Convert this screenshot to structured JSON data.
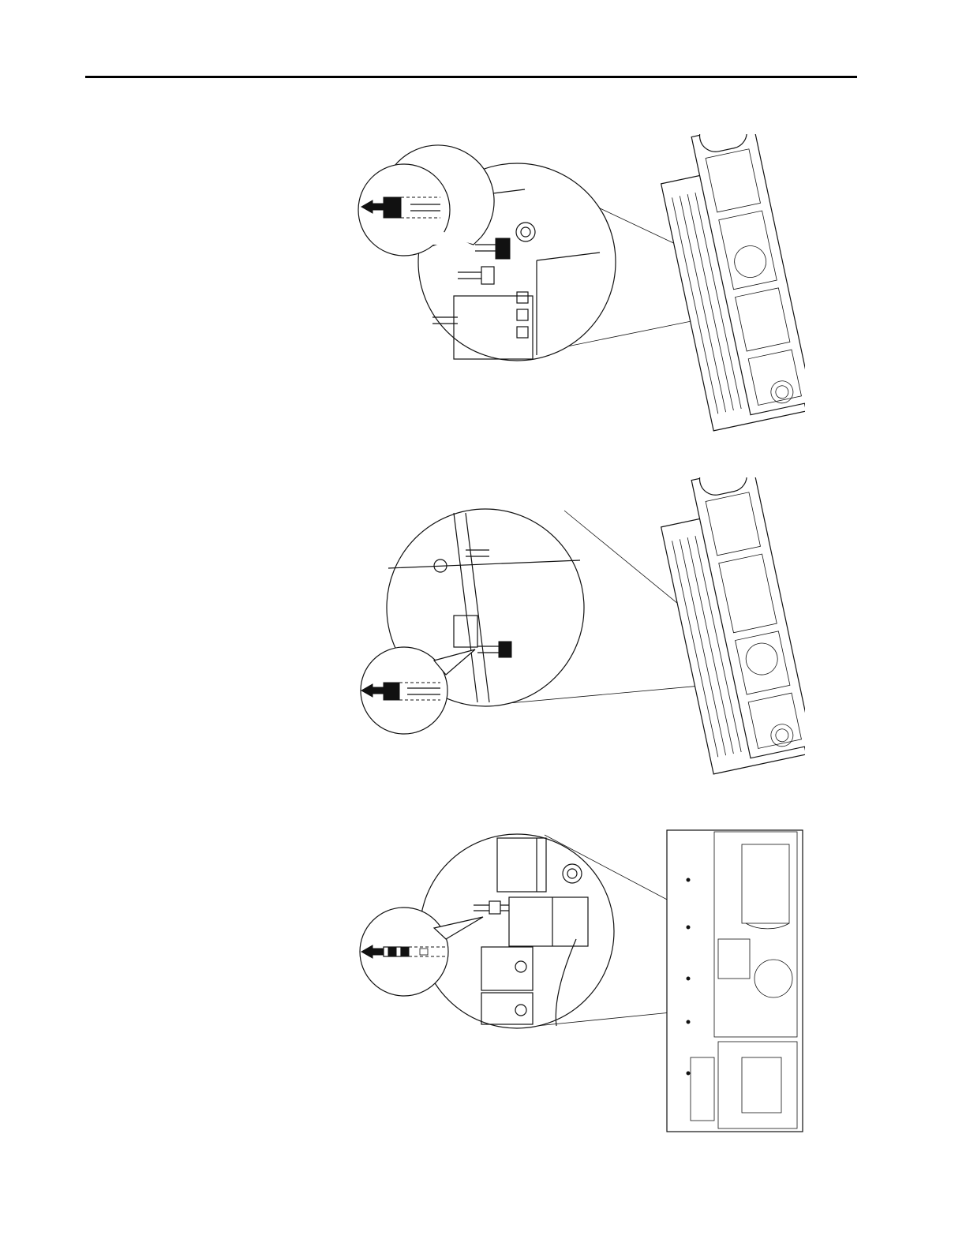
{
  "page": {
    "figures": [
      {
        "icon": "jumper-removal-frame-a-illustration"
      },
      {
        "icon": "jumper-removal-frame-b-illustration"
      },
      {
        "icon": "jumper-removal-frame-c-illustration"
      }
    ]
  }
}
